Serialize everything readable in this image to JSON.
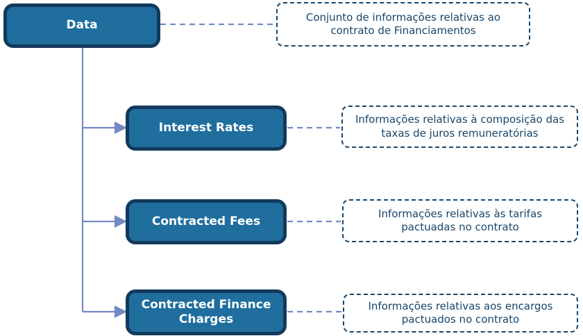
{
  "colors": {
    "node_fill": "#1F6E9E",
    "node_border": "#123A5C",
    "node_text": "#FFFFFF",
    "note_border": "#17466B",
    "note_text": "#17466B",
    "connector": "#7489C3",
    "background": "#FFFFFF"
  },
  "diagram": {
    "type": "hierarchy",
    "root_index": 0,
    "child_indices": [
      1,
      2,
      3
    ]
  },
  "nodes": [
    {
      "label": "Data",
      "note": "Conjunto de informações relativas ao contrato de Financiamentos"
    },
    {
      "label": "Interest Rates",
      "note": "Informações relativas à composição das taxas de juros remuneratórias"
    },
    {
      "label": "Contracted Fees",
      "note": "Informações relativas às tarifas pactuadas no contrato"
    },
    {
      "label": "Contracted Finance Charges",
      "note": "Informações relativas aos encargos pactuados no contrato"
    }
  ]
}
